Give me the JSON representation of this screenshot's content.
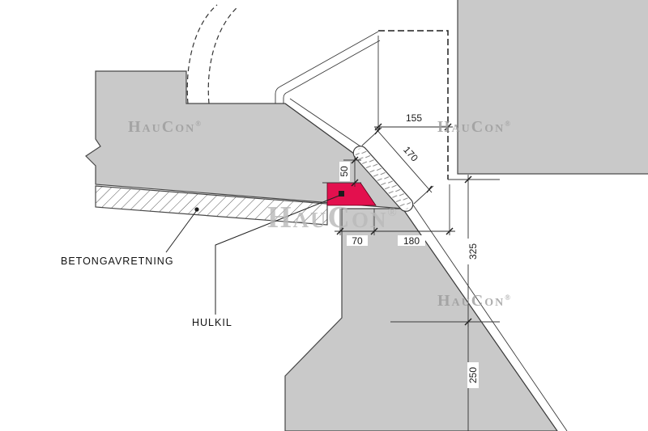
{
  "drawing": {
    "title": "concrete joint detail",
    "labels": {
      "betongavretning": "BETONGAVRETNING",
      "hulkil": "HULKIL"
    },
    "dims": {
      "top_width": "155",
      "joint_length": "170",
      "fillet_height": "50",
      "fillet_width": "70",
      "joint_offset": "180",
      "upper_height": "325",
      "lower_height": "250"
    },
    "watermark": {
      "text": "HauCon",
      "registered": "®"
    },
    "colors": {
      "concrete": "#c9c9c9",
      "fillet_red": "#e3104e",
      "outline": "#474747",
      "watermark": "#9c9c9c",
      "watermark_large": "#b9b9b9",
      "leader_dot": "#1c1c1c",
      "background": "#ffffff"
    }
  }
}
